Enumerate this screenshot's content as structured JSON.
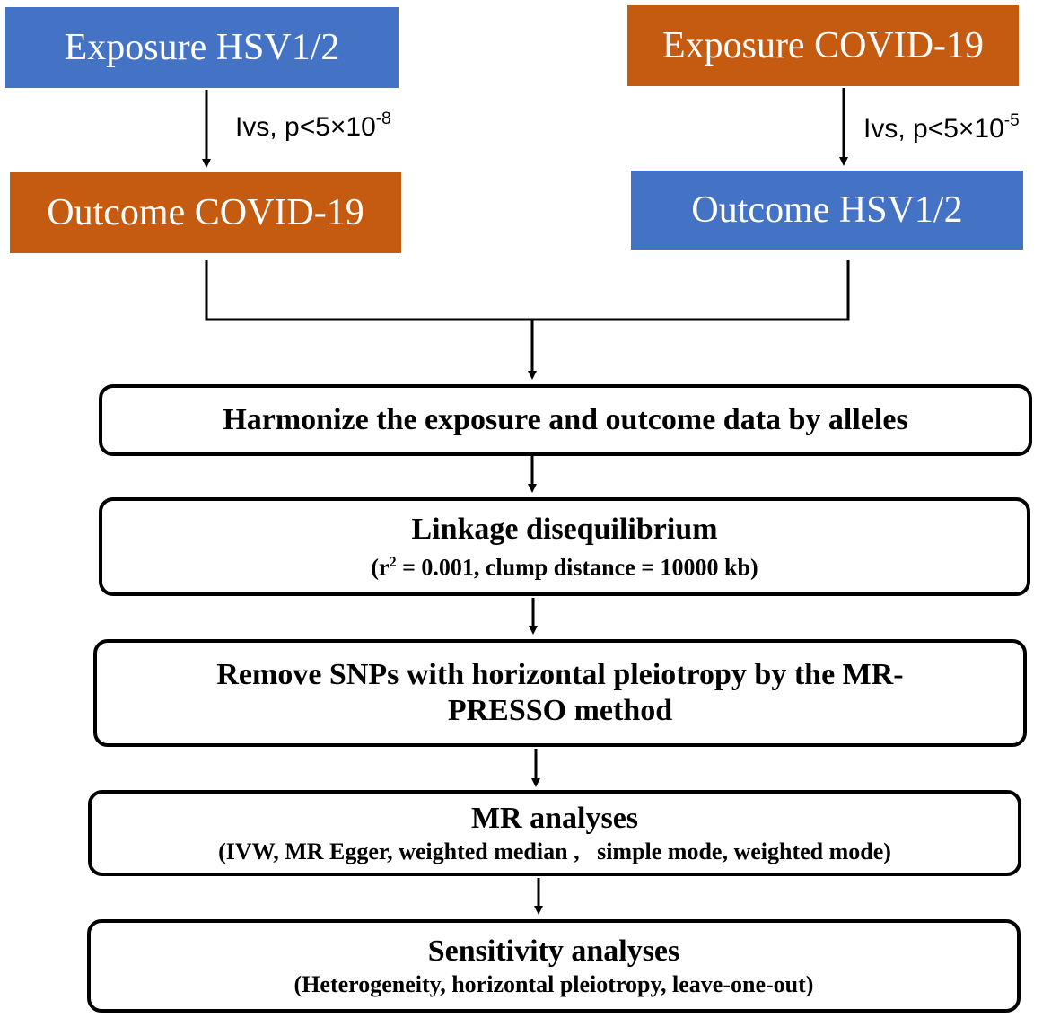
{
  "exposure_left": {
    "label": "Exposure HSV1/2",
    "color": "#4472c4"
  },
  "exposure_right": {
    "label": "Exposure COVID-19",
    "color": "#c55a11"
  },
  "outcome_left": {
    "label": "Outcome COVID-19",
    "color": "#c55a11"
  },
  "outcome_right": {
    "label": "Outcome HSV1/2",
    "color": "#4472c4"
  },
  "threshold_left": {
    "text": "Ivs, p<5×10",
    "exponent": "-8"
  },
  "threshold_right": {
    "text": "Ivs, p<5×10",
    "exponent": "-5"
  },
  "steps": {
    "harmonize": {
      "title": "Harmonize the exposure and outcome data by alleles"
    },
    "linkage": {
      "title": "Linkage disequilibrium",
      "sub_prefix": "(r",
      "sub_exp": "2",
      "sub_suffix": " = 0.001, clump distance = 10000 kb)"
    },
    "remove": {
      "title_line1": "Remove SNPs with horizontal pleiotropy by the MR-",
      "title_line2": "PRESSO method"
    },
    "mr": {
      "title": "MR analyses",
      "sub": "(IVW, MR Egger, weighted median ,   simple mode, weighted mode)"
    },
    "sensitivity": {
      "title": "Sensitivity analyses",
      "sub": "(Heterogeneity, horizontal pleiotropy, leave-one-out)"
    }
  }
}
